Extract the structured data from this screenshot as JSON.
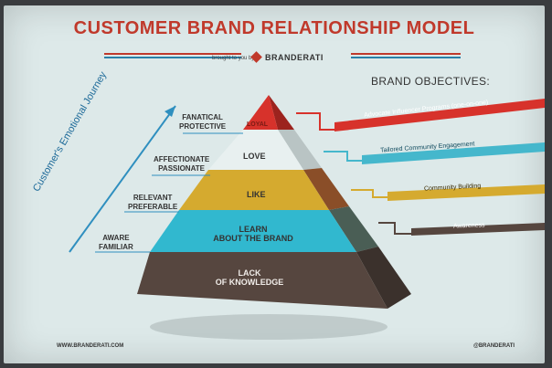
{
  "title": "CUSTOMER BRAND RELATIONSHIP MODEL",
  "byline": "brought to you by",
  "brand": "BRANDERATI",
  "brand_objectives_heading": "BRAND OBJECTIVES:",
  "journey_label": "Customer's Emotional Journey",
  "levels": [
    {
      "name": "LOYAL",
      "descriptors": [
        "FANATICAL",
        "PROTECTIVE"
      ],
      "color": "#d7322b"
    },
    {
      "name": "LOVE",
      "descriptors": [
        "AFFECTIONATE",
        "PASSIONATE"
      ],
      "color": "#e8f0f0"
    },
    {
      "name": "LIKE",
      "descriptors": [
        "RELEVANT",
        "PREFERABLE"
      ],
      "color": "#d5aa2f"
    },
    {
      "name_lines": [
        "LEARN",
        "ABOUT THE BRAND"
      ],
      "descriptors": [
        "AWARE",
        "FAMILIAR"
      ],
      "color": "#31b8cf"
    },
    {
      "name_lines": [
        "LACK",
        "OF KNOWLEDGE"
      ],
      "descriptors": [],
      "color": "#56463f"
    }
  ],
  "objectives": [
    {
      "label": "Advocate Influencer Programs (one-on-one)",
      "color": "#d7322b"
    },
    {
      "label": "Tailored Community Engagement",
      "color": "#45b7cc"
    },
    {
      "label": "Community Building",
      "color": "#d5aa2f"
    },
    {
      "label": "Awareness",
      "color": "#56463f"
    }
  ],
  "footer": {
    "website": "WWW.BRANDERATI.COM",
    "twitter": "@BRANDERATI"
  }
}
